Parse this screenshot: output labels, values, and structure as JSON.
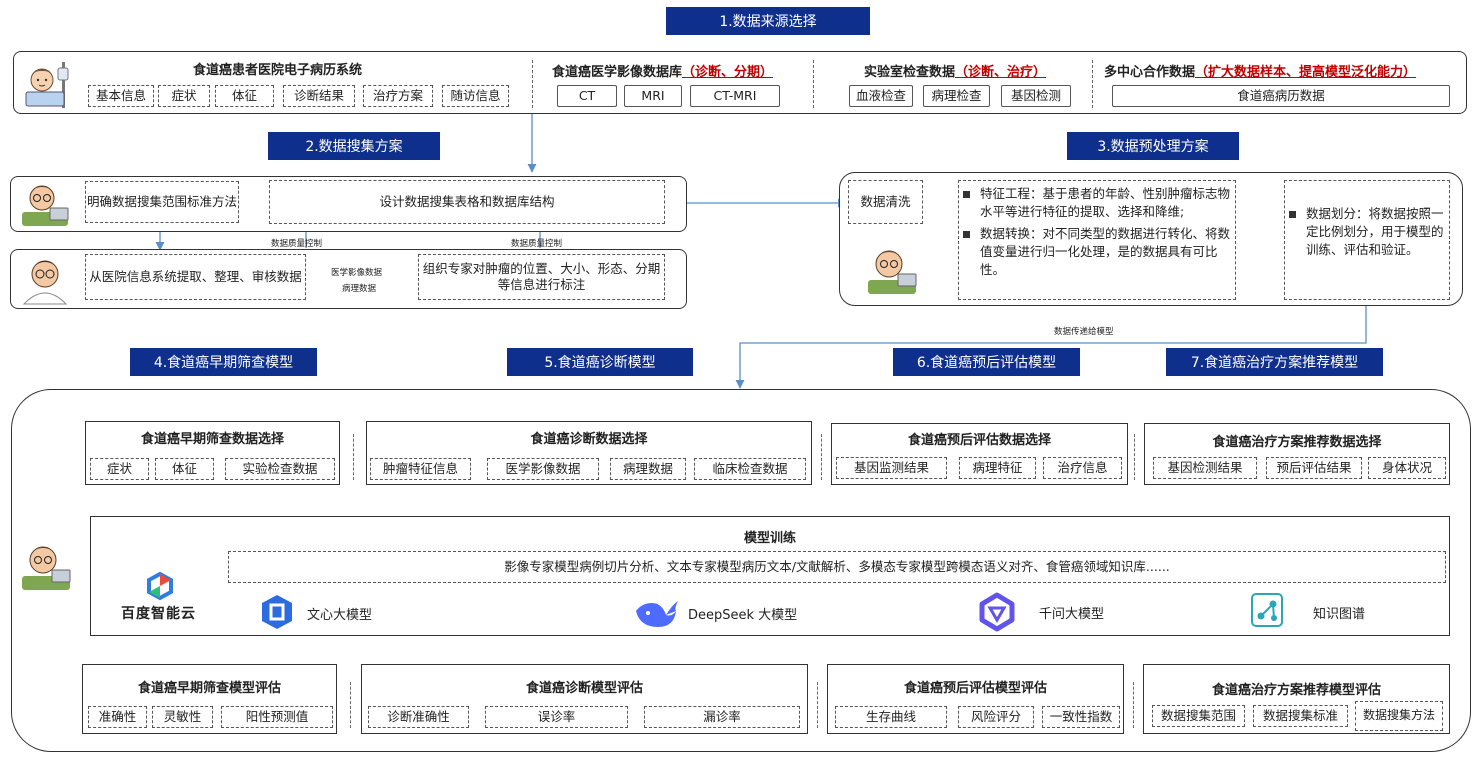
{
  "headers": {
    "h1": "1.数据来源选择",
    "h2": "2.数据搜集方案",
    "h3": "3.数据预处理方案",
    "h4": "4.食道癌早期筛查模型",
    "h5": "5.食道癌诊断模型",
    "h6": "6.食道癌预后评估模型",
    "h7": "7.食道癌治疗方案推荐模型"
  },
  "sources": {
    "emr_title": "食道癌患者医院电子病历系统",
    "emr_items": [
      "基本信息",
      "症状",
      "体征",
      "诊断结果",
      "治疗方案",
      "随访信息"
    ],
    "imaging_title": "食道癌医学影像数据库",
    "imaging_note": "（诊断、分期）",
    "imaging_items": [
      "CT",
      "MRI",
      "CT-MRI"
    ],
    "lab_title": "实验室检查数据",
    "lab_note": "（诊断、治疗）",
    "lab_items": [
      "血液检查",
      "病理检查",
      "基因检测"
    ],
    "multi_title": "多中心合作数据",
    "multi_note": "（扩大数据样本、提高模型泛化能力）",
    "multi_items": [
      "食道癌病历数据"
    ]
  },
  "collection": {
    "define_scope": "明确数据搜集范围标准方法",
    "design_table": "设计数据搜集表格和数据库结构",
    "extract": "从医院信息系统提取、整理、审核数据",
    "annotate": "组织专家对肿瘤的位置、大小、形态、分期等信息进行标注",
    "quality_ctrl_1": "数据质量控制",
    "quality_ctrl_2": "数据质量控制",
    "imaging_data_1": "医学影像数据",
    "imaging_data_2": "病理数据"
  },
  "preprocess": {
    "cleaning": "数据清洗",
    "feature_eng": "特征工程：基于患者的年龄、性别肿瘤标志物水平等进行特征的提取、选择和降维;",
    "transform": "数据转换：对不同类型的数据进行转化、将数值变量进行归一化处理，是的数据具有可比性。",
    "split": "数据划分：将数据按照一定比例划分，用于模型的训练、评估和验证。",
    "pass_to_model": "数据传递给模型"
  },
  "selection": {
    "early": {
      "title": "食道癌早期筛查数据选择",
      "items": [
        "症状",
        "体征",
        "实验检查数据"
      ]
    },
    "diag": {
      "title": "食道癌诊断数据选择",
      "items": [
        "肿瘤特征信息",
        "医学影像数据",
        "病理数据",
        "临床检查数据"
      ]
    },
    "prog": {
      "title": "食道癌预后评估数据选择",
      "items": [
        "基因监测结果",
        "病理特征",
        "治疗信息"
      ]
    },
    "treat": {
      "title": "食道癌治疗方案推荐数据选择",
      "items": [
        "基因检测结果",
        "预后评估结果",
        "身体状况"
      ]
    }
  },
  "training": {
    "title": "模型训练",
    "desc": "影像专家模型病例切片分析、文本专家模型病历文本/文献解析、多模态专家模型跨模态语义对齐、食管癌领域知识库......",
    "baidu": "百度智能云",
    "wenxin": "文心大模型",
    "deepseek": "DeepSeek 大模型",
    "qianwen": "千问大模型",
    "kg": "知识图谱"
  },
  "evaluation": {
    "early": {
      "title": "食道癌早期筛查模型评估",
      "items": [
        "准确性",
        "灵敏性",
        "阳性预测值"
      ]
    },
    "diag": {
      "title": "食道癌诊断模型评估",
      "items": [
        "诊断准确性",
        "误诊率",
        "漏诊率"
      ]
    },
    "prog": {
      "title": "食道癌预后评估模型评估",
      "items": [
        "生存曲线",
        "风险评分",
        "一致性指数"
      ]
    },
    "treat": {
      "title": "食道癌治疗方案推荐模型评估",
      "items": [
        "数据搜集范围",
        "数据搜集标准",
        "数据搜集方法"
      ]
    }
  },
  "colors": {
    "header_bg": "#0f2f8c",
    "arrow": "#5b8fc9",
    "accent_red": "#c00000"
  },
  "icons": [
    "doctor-icon",
    "patient-icon",
    "baidu-cloud-icon",
    "wenxin-icon",
    "deepseek-whale-icon",
    "qianwen-icon",
    "knowledge-graph-icon"
  ]
}
